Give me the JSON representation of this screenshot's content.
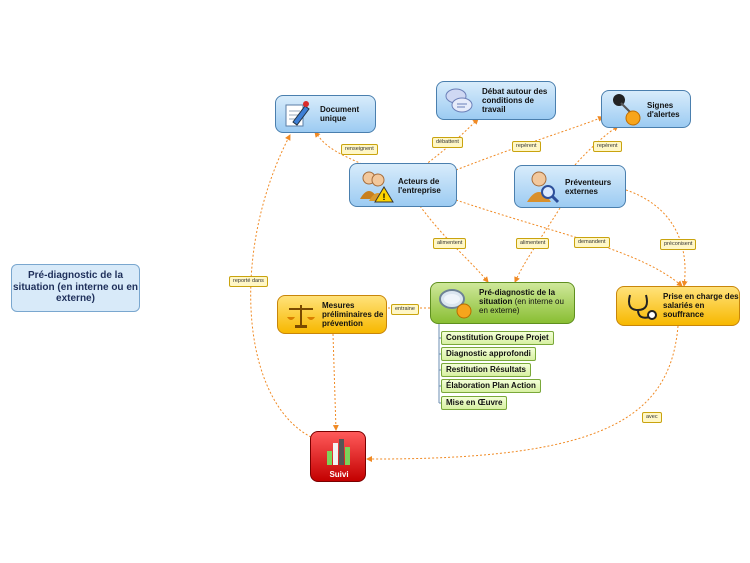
{
  "central": "Pré-diagnostic de la situation (en interne ou en externe)",
  "nodes": {
    "document": "Document unique",
    "debat": "Débat autour des conditions de travail",
    "signes": "Signes d'alertes",
    "acteurs": "Acteurs de l'entreprise",
    "preventeurs": "Préventeurs externes",
    "prediag_bold": "Pré-diagnostic de la situation",
    "prediag_rest": " (en interne ou en externe)",
    "mesures": "Mesures préliminaires de prévention",
    "prise": "Prise en charge des salariés en souffrance",
    "suivi": "Suivi"
  },
  "subtopics": [
    "Constitution Groupe Projet",
    "Diagnostic approfondi",
    "Restitution Résultats",
    "Élaboration Plan Action",
    "Mise en Œuvre"
  ],
  "relations": {
    "renseignent": "renseignent",
    "debattent": "débattent",
    "reperent1": "repèrent",
    "reperent2": "repèrent",
    "alimentent1": "alimentent",
    "alimentent2": "alimentent",
    "demandent": "demandent",
    "preconisent": "préconisent",
    "entraine": "entraine",
    "reporte": "reporté dans",
    "avec": "avec"
  },
  "colors": {
    "relation_line": "#f08a24",
    "subtopic_line": "#6c8fb3"
  }
}
